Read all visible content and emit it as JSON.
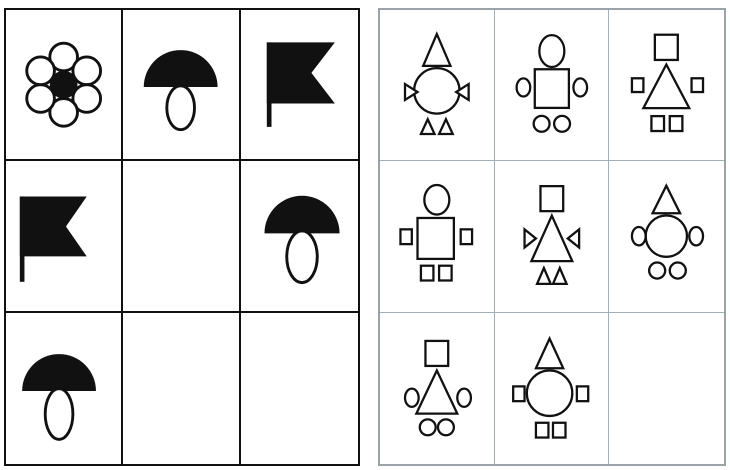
{
  "puzzles": [
    {
      "id": "left-grid",
      "cells": [
        {
          "figure": "flower-icon"
        },
        {
          "figure": "mushroom-icon"
        },
        {
          "figure": "flag-icon"
        },
        {
          "figure": "flag-icon"
        },
        {
          "figure": "empty"
        },
        {
          "figure": "mushroom-icon"
        },
        {
          "figure": "mushroom-icon"
        },
        {
          "figure": "empty"
        },
        {
          "figure": "empty"
        }
      ]
    },
    {
      "id": "right-grid",
      "cells": [
        {
          "figure": "figure-triangle-head-circle-body-triangle-arms-triangle-feet"
        },
        {
          "figure": "figure-circle-head-square-body-circle-arms-circle-feet"
        },
        {
          "figure": "figure-square-head-triangle-body-square-arms-square-feet"
        },
        {
          "figure": "figure-circle-head-square-body-square-arms-square-feet"
        },
        {
          "figure": "figure-square-head-triangle-body-triangle-arms-triangle-feet"
        },
        {
          "figure": "figure-triangle-head-circle-body-circle-arms-circle-feet"
        },
        {
          "figure": "figure-square-head-triangle-body-circle-arms-circle-feet"
        },
        {
          "figure": "figure-triangle-head-circle-body-square-arms-square-feet"
        },
        {
          "figure": "empty"
        }
      ]
    }
  ],
  "colors": {
    "ink": "#111111",
    "grid_left": "#111111",
    "grid_right": "#9fb0b8"
  }
}
